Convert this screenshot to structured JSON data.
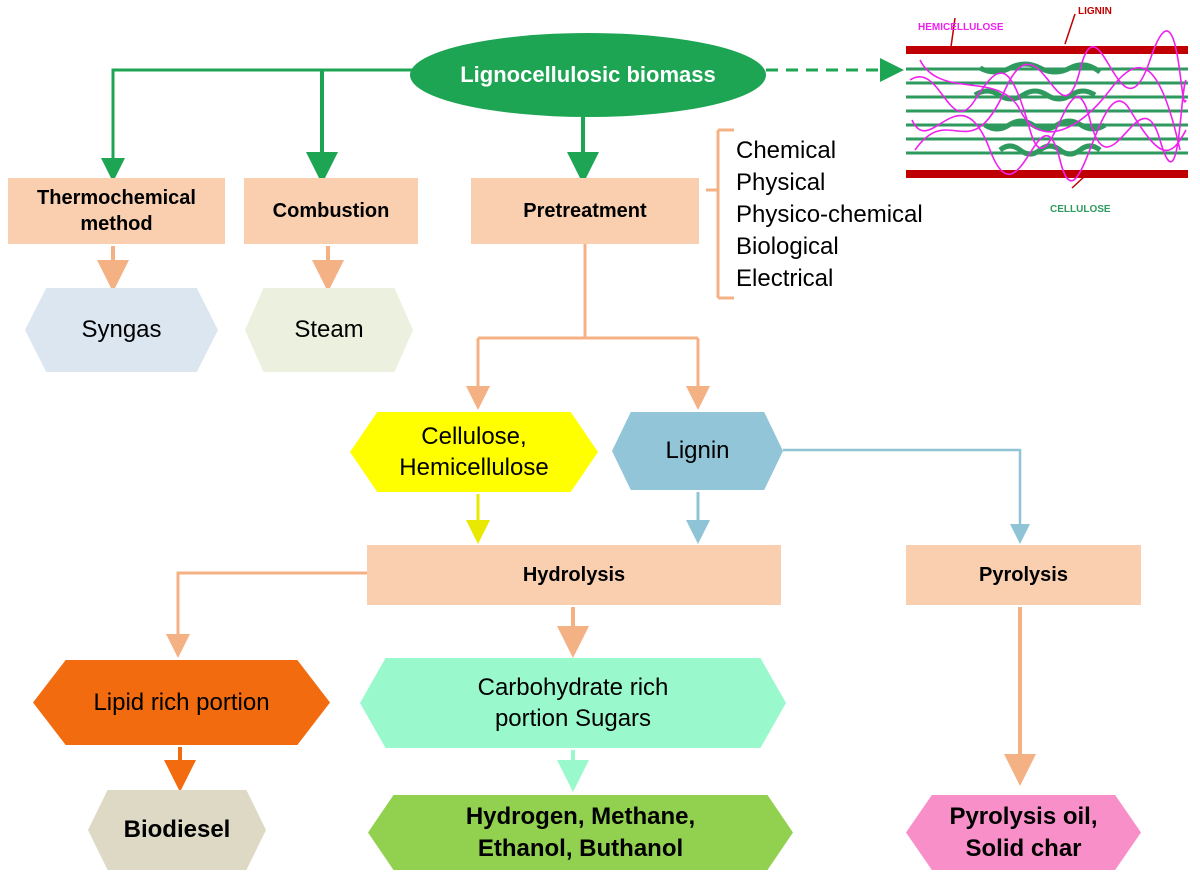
{
  "root": "Lignocellulosic biomass",
  "structure": {
    "hemicellulose": "HEMICELLULOSE",
    "lignin": "LIGNIN",
    "cellulose": "CELLULOSE",
    "colors": {
      "lignin": "#c00000",
      "cellulose": "#2e9a5e",
      "hemicellulose": "#ee22ee"
    }
  },
  "processes": {
    "thermochemical": "Thermochemical method",
    "combustion": "Combustion",
    "pretreatment": "Pretreatment",
    "hydrolysis": "Hydrolysis",
    "pyrolysis": "Pyrolysis"
  },
  "pretreatment_methods": [
    "Chemical",
    "Physical",
    "Physico-chemical",
    "Biological",
    "Electrical"
  ],
  "products": {
    "syngas": "Syngas",
    "steam": "Steam",
    "cellulose": "Cellulose, Hemicellulose",
    "lignin": "Lignin",
    "lipid": "Lipid rich portion",
    "carbohydrate": "Carbohydrate rich portion Sugars",
    "biodiesel": "Biodiesel",
    "fuels": "Hydrogen, Methane, Ethanol, Buthanol",
    "pyrolysis_products": "Pyrolysis oil, Solid char"
  },
  "colors": {
    "root": "#1da553",
    "process": "#f9cfb0",
    "syngas": "#dce6f1",
    "steam": "#ebf1de",
    "cellulose": "#ffff00",
    "lignin": "#92c5d8",
    "lipid": "#f26b0f",
    "carbohydrate": "#99f9cc",
    "biodiesel": "#ddd9c4",
    "fuels": "#92d050",
    "pyrolysis_products": "#f98fc9"
  }
}
